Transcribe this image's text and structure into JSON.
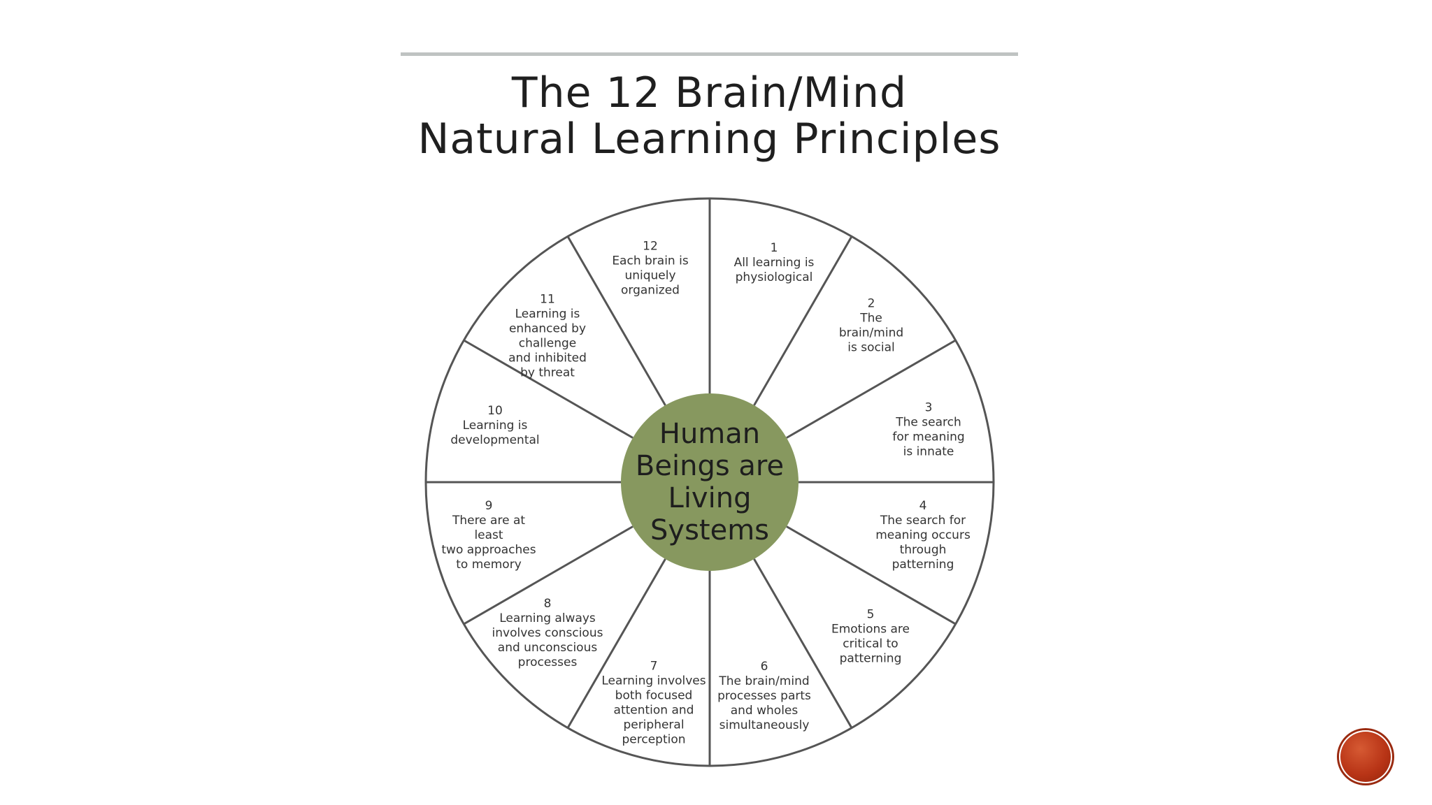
{
  "title": {
    "line1": "The 12 Brain/Mind",
    "line2": "Natural Learning Principles"
  },
  "center": {
    "lines": [
      "Human",
      "Beings are",
      "Living",
      "Systems"
    ],
    "color": "#87985f"
  },
  "principles": [
    {
      "number": "1",
      "lines": [
        "All learning is",
        "physiological"
      ]
    },
    {
      "number": "2",
      "lines": [
        "The",
        "brain/mind",
        "is social"
      ]
    },
    {
      "number": "3",
      "lines": [
        "The search",
        "for meaning",
        "is innate"
      ]
    },
    {
      "number": "4",
      "lines": [
        "The search for",
        "meaning occurs",
        "through",
        "patterning"
      ]
    },
    {
      "number": "5",
      "lines": [
        "Emotions are",
        "critical to",
        "patterning"
      ]
    },
    {
      "number": "6",
      "lines": [
        "The brain/mind",
        "processes parts",
        "and wholes",
        "simultaneously"
      ]
    },
    {
      "number": "7",
      "lines": [
        "Learning involves",
        "both focused",
        "attention and",
        "peripheral",
        "perception"
      ]
    },
    {
      "number": "8",
      "lines": [
        "Learning always",
        "involves conscious",
        "and unconscious",
        "processes"
      ]
    },
    {
      "number": "9",
      "lines": [
        "There are at",
        "least",
        "two approaches",
        "to memory"
      ]
    },
    {
      "number": "10",
      "lines": [
        "Learning is",
        "developmental"
      ]
    },
    {
      "number": "11",
      "lines": [
        "Learning is",
        "enhanced by",
        "challenge",
        "and inhibited",
        "by threat"
      ]
    },
    {
      "number": "12",
      "lines": [
        "Each brain is",
        "uniquely",
        "organized"
      ]
    }
  ],
  "colors": {
    "rule": "#bfc3c2",
    "outline": "#555555",
    "nav_button": "#b83416"
  },
  "icons": {
    "nav_button": "circle-nav-button"
  }
}
